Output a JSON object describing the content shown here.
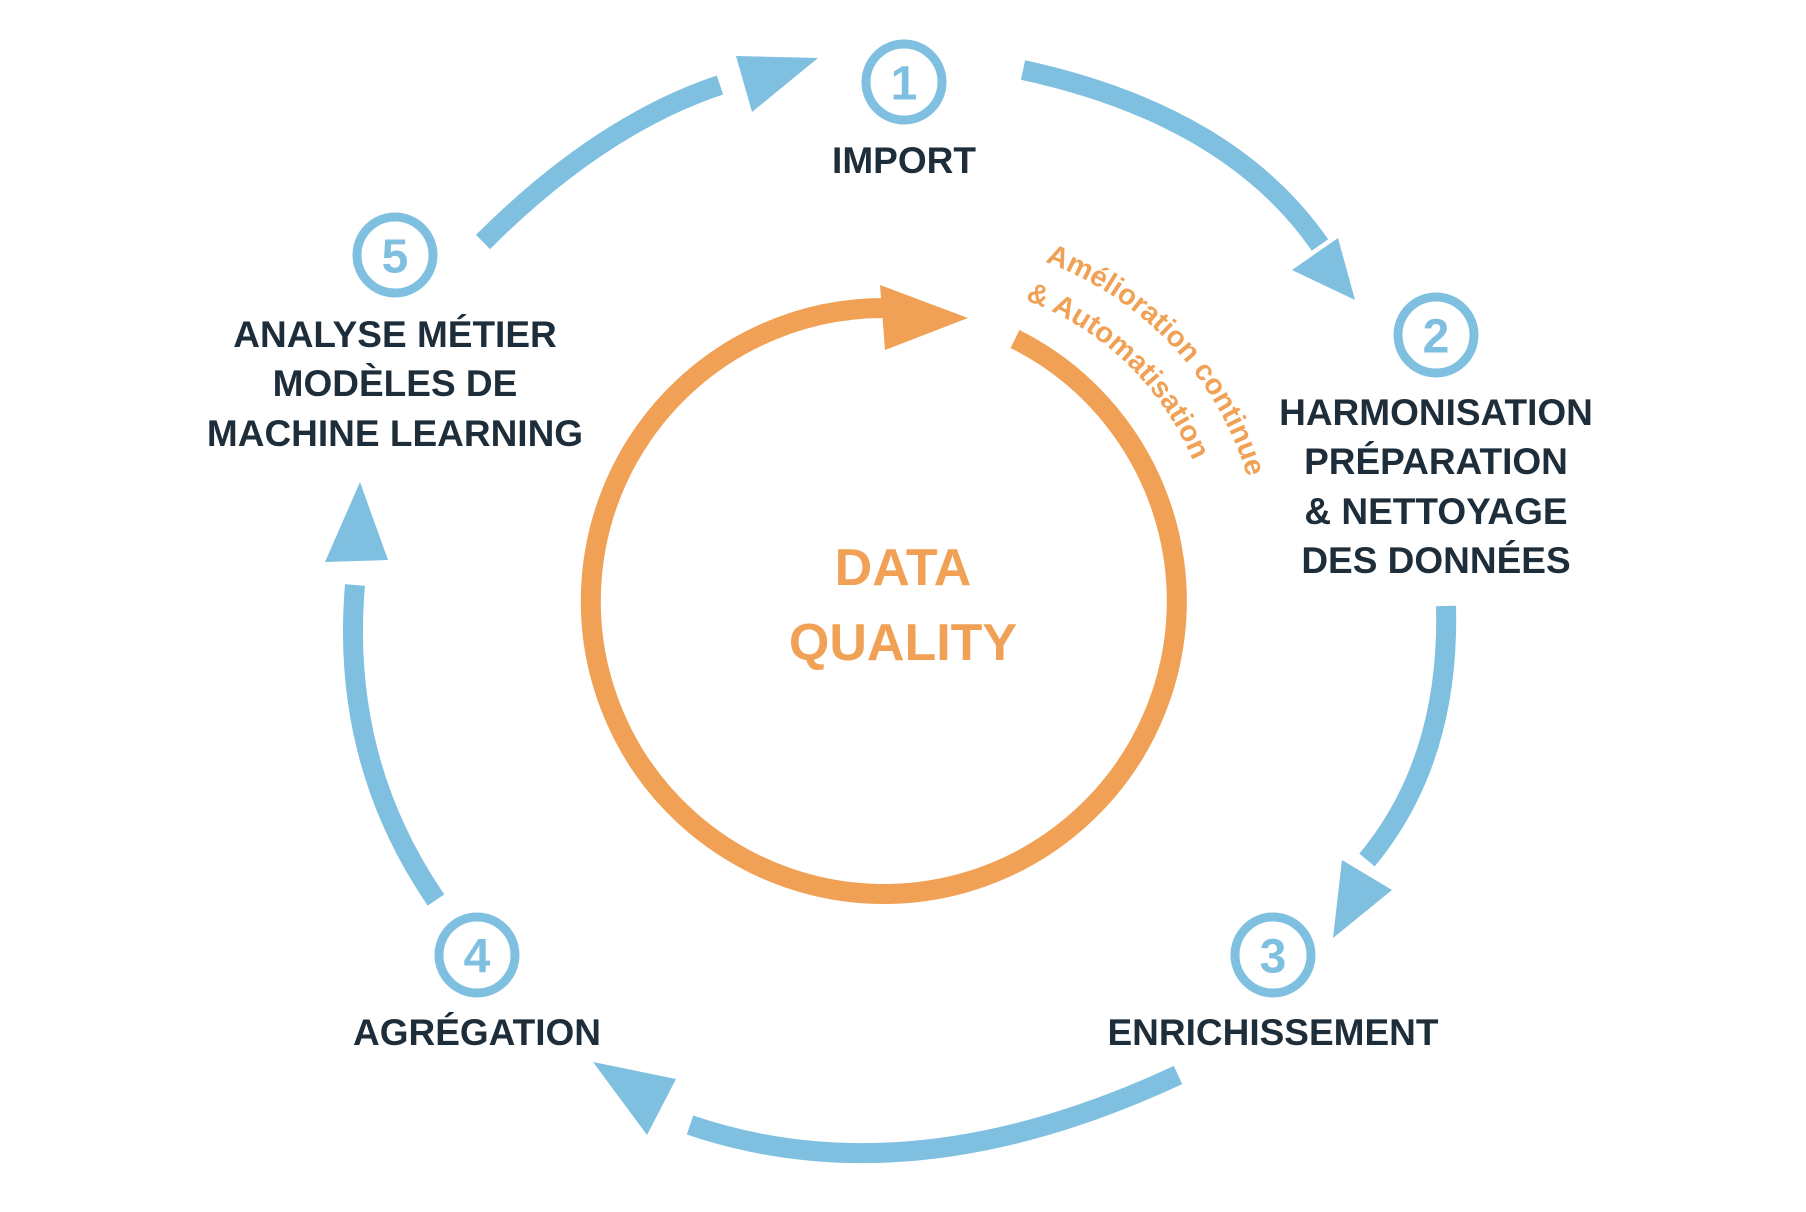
{
  "colors": {
    "blue": "#7fc0e1",
    "orange": "#f0a155",
    "text": "#1e2d3a"
  },
  "center": {
    "line1": "DATA",
    "line2": "QUALITY",
    "arc_line1": "Amélioration continue",
    "arc_line2": "& Automatisation"
  },
  "steps": [
    {
      "number": "1",
      "lines": [
        "IMPORT"
      ]
    },
    {
      "number": "2",
      "lines": [
        "HARMONISATION",
        "PRÉPARATION",
        "& NETTOYAGE",
        "DES DONNÉES"
      ]
    },
    {
      "number": "3",
      "lines": [
        "ENRICHISSEMENT"
      ]
    },
    {
      "number": "4",
      "lines": [
        "AGRÉGATION"
      ]
    },
    {
      "number": "5",
      "lines": [
        "ANALYSE MÉTIER",
        "MODÈLES DE",
        "MACHINE LEARNING"
      ]
    }
  ],
  "icons": {
    "step_badge": "numbered-circle-icon",
    "cycle_arrow": "arrow-icon",
    "inner_loop": "circular-arrow-icon"
  }
}
